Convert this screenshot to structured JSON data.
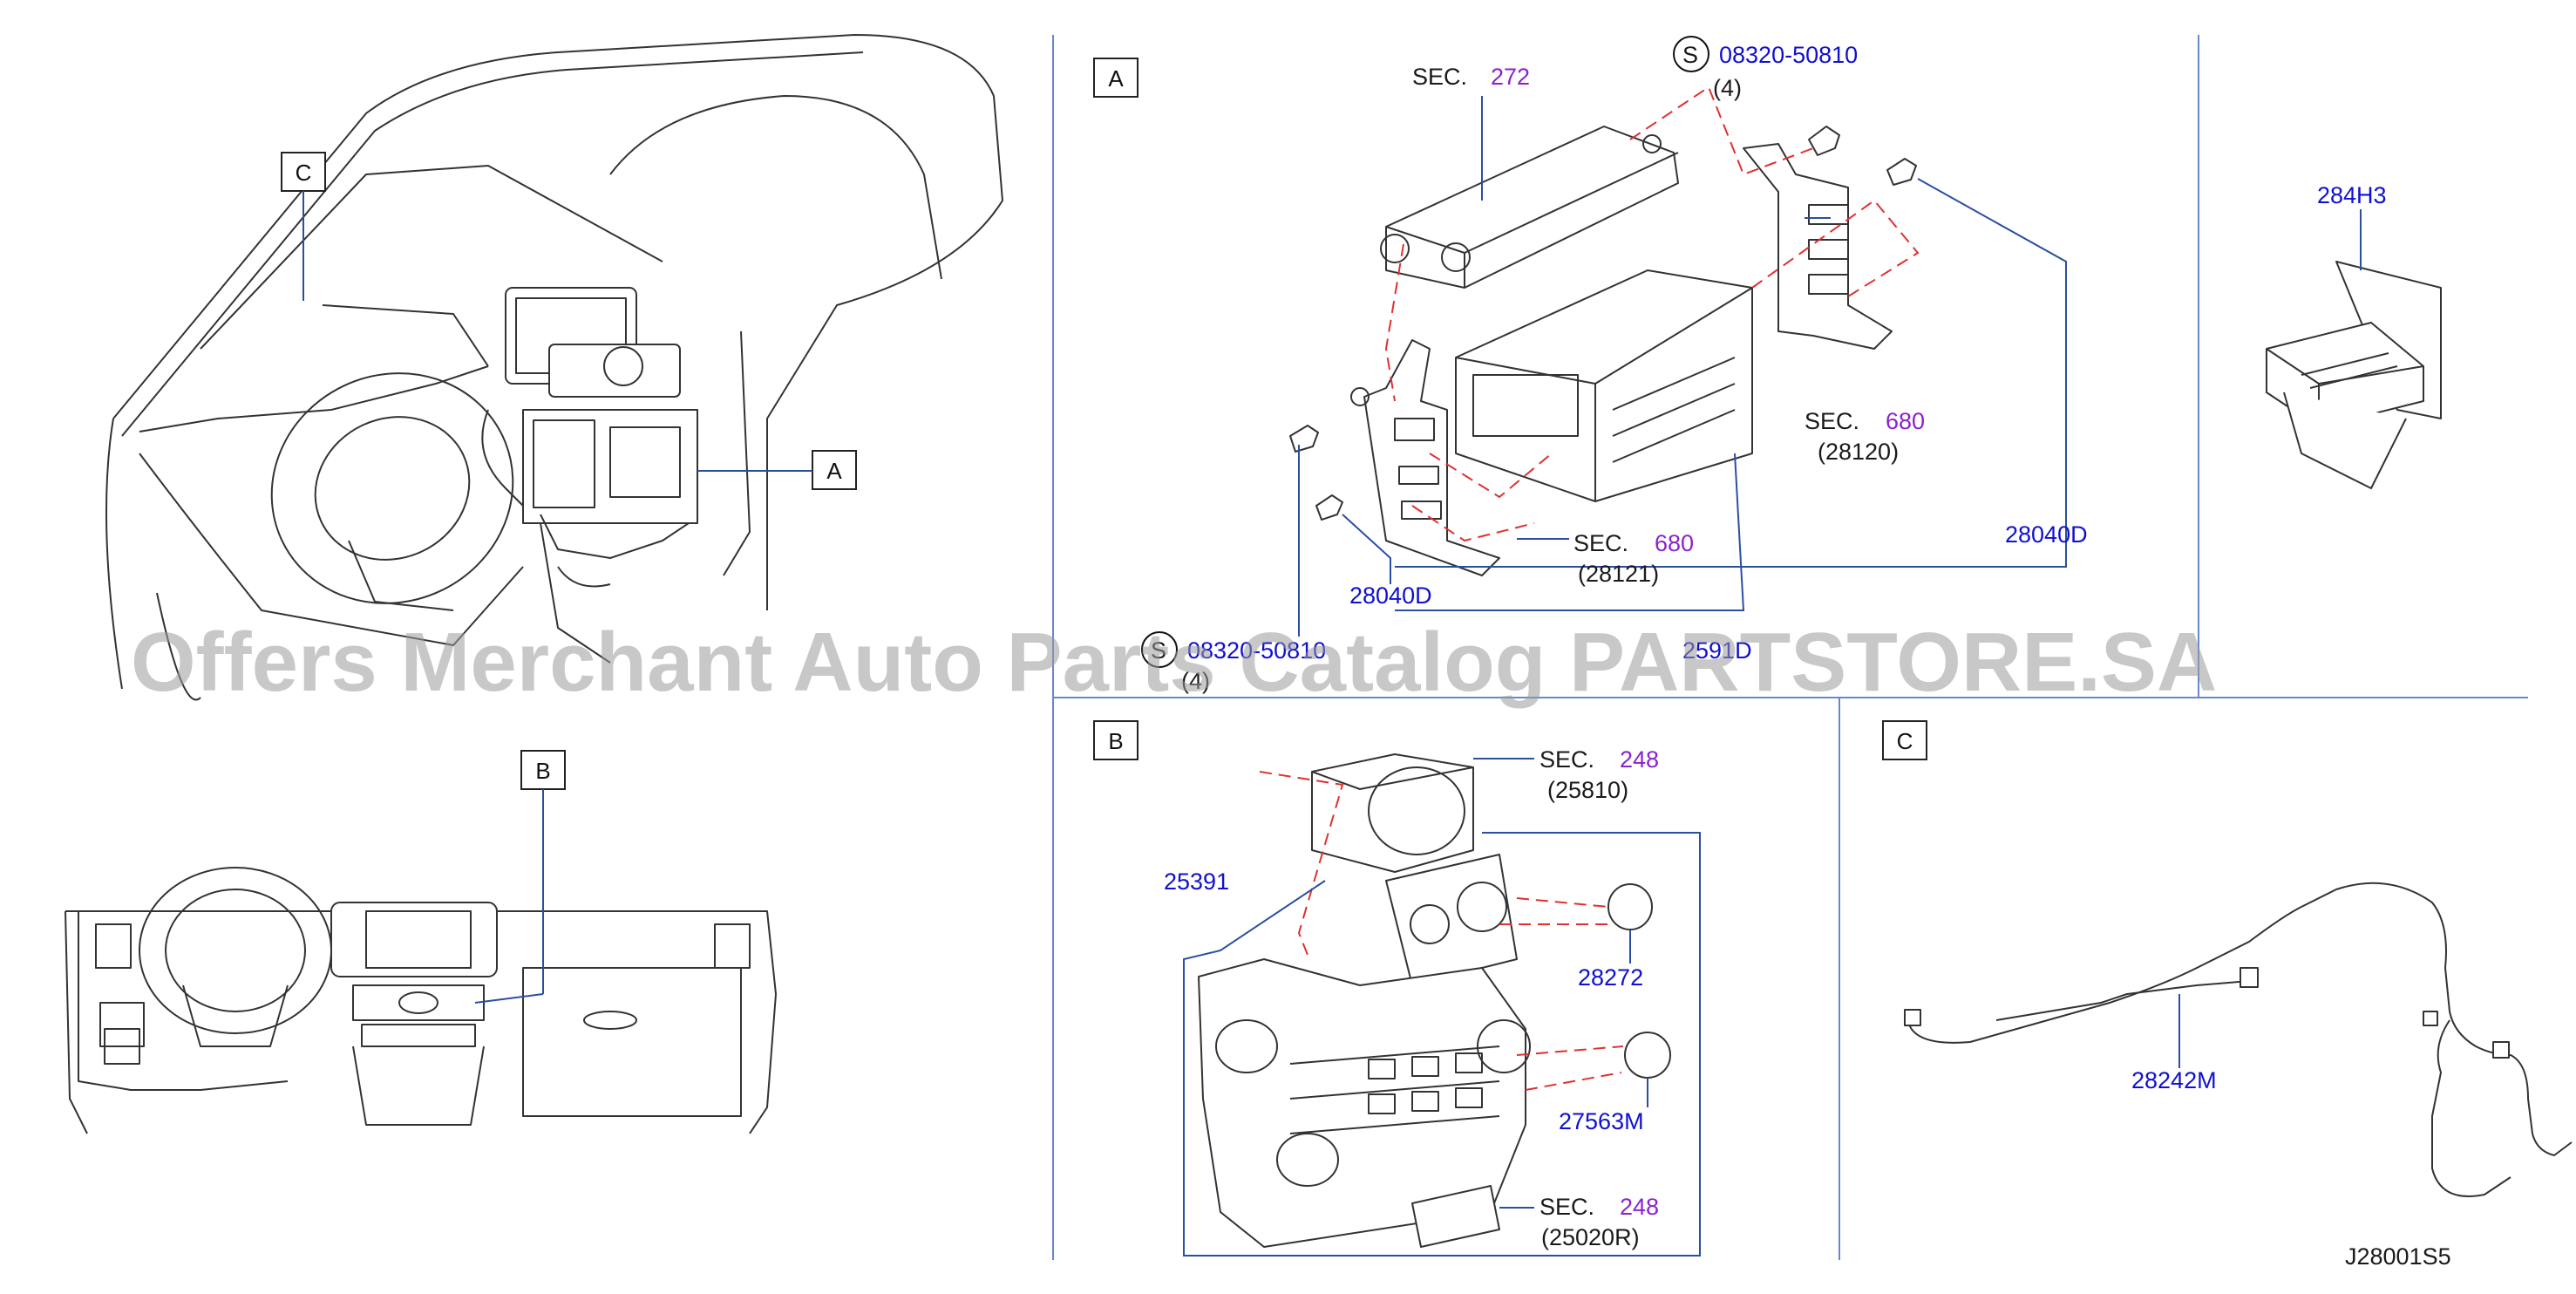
{
  "panel_labels": {
    "a": "A",
    "b": "B",
    "c": "C"
  },
  "overview": {
    "callout_a": "A",
    "callout_b": "B",
    "callout_c": "C"
  },
  "panel_a": {
    "sec_word": "SEC.",
    "sec_272": "272",
    "screw_symbol": "S",
    "screw_top_part": "08320-50810",
    "screw_top_qty": "(4)",
    "sec_680_right": "680",
    "ref_28120": "(28120)",
    "sec_680_left": "680",
    "ref_28121": "(28121)",
    "bracket_right": "28040D",
    "bracket_left": "28040D",
    "screw_bottom_part": "08320-50810",
    "screw_bottom_qty": "(4)",
    "unit_part": "2591D"
  },
  "panel_284h3": {
    "part": "284H3"
  },
  "panel_b": {
    "sec_word": "SEC.",
    "sec_248_top": "248",
    "ref_25810": "(25810)",
    "switch_part": "25391",
    "knob_1": "28272",
    "knob_2": "27563M",
    "sec_248_bottom": "248",
    "ref_25020r": "(25020R)"
  },
  "panel_c": {
    "harness": "28242M"
  },
  "diagram_code": "J28001S5",
  "watermark": "Offers Merchant Auto Parts Catalog PARTSTORE.SA"
}
